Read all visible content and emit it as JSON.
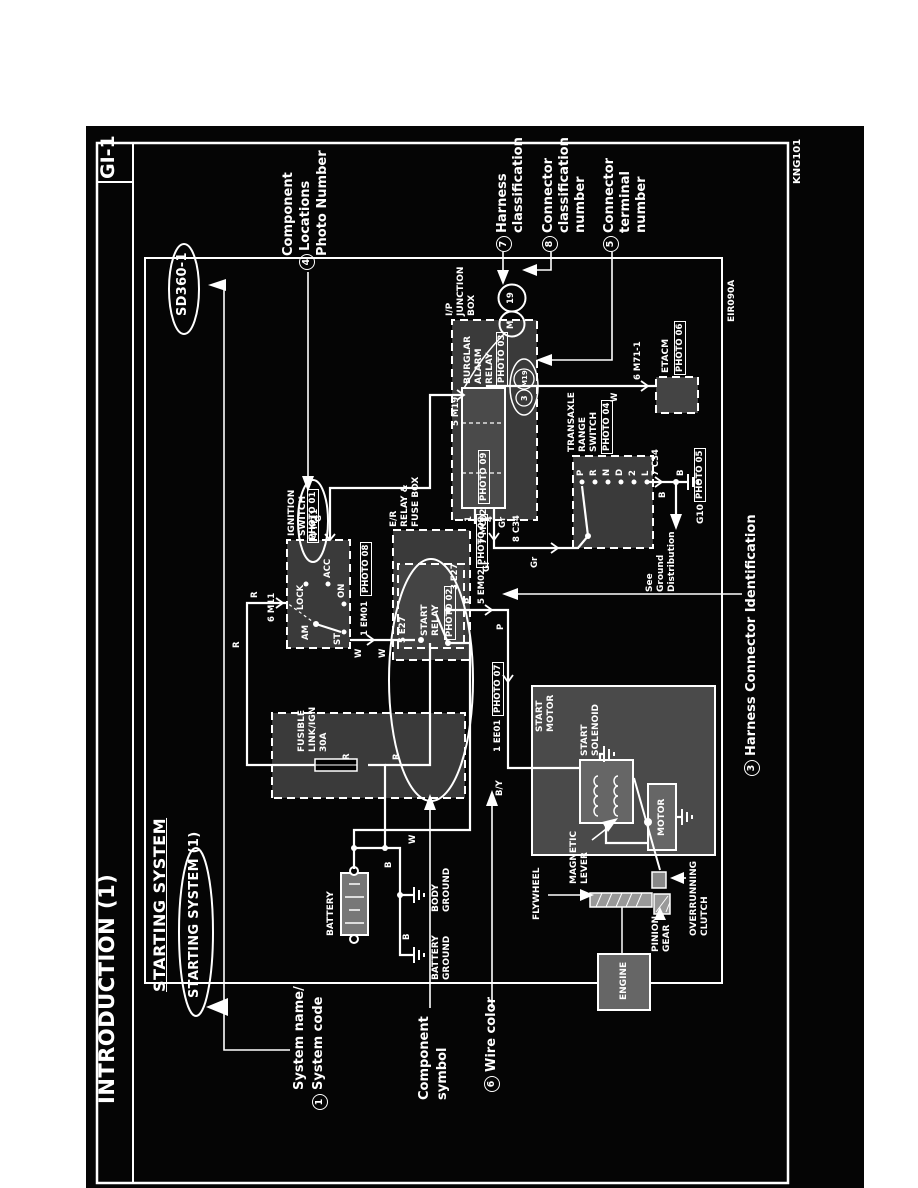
{
  "page": {
    "header_title": "INTRODUCTION (1)",
    "page_code": "GI-1",
    "corner_code": "KNG101",
    "diagram_code": "EIR090A"
  },
  "title": {
    "system_name": "STARTING SYSTEM",
    "system_name_circled": "STARTING SYSTEM (1)",
    "system_code": "SD360-1"
  },
  "callouts": {
    "c1": {
      "num": "1",
      "line1": "System name/",
      "line2": "System code"
    },
    "c3": {
      "num": "3",
      "text": "Harness Connector Identification"
    },
    "c4": {
      "num": "4",
      "line1": "Component",
      "line2": "Locations",
      "line3": "Photo Number"
    },
    "c5": {
      "num": "5",
      "line1": "Connector",
      "line2": "terminal",
      "line3": "number"
    },
    "c6": {
      "num": "6",
      "text": "Wire color"
    },
    "c7": {
      "num": "7",
      "line1": "Harness",
      "line2": "classification"
    },
    "c8": {
      "num": "8",
      "line1": "Connector",
      "line2": "classification",
      "line3": "number"
    },
    "component_symbol": {
      "line1": "Component",
      "line2": "symbol"
    }
  },
  "components": {
    "battery": "BATTERY",
    "body_ground": {
      "line1": "BODY",
      "line2": "GROUND"
    },
    "battery_ground": {
      "line1": "BATTERY",
      "line2": "GROUND"
    },
    "fusible_link": {
      "line1": "FUSIBLE",
      "line2": "LINK/IGN",
      "line3": "30A"
    },
    "er_box": {
      "line1": "E/R",
      "line2": "RELAY &",
      "line3": "FUSE BOX"
    },
    "start_relay": {
      "line1": "START",
      "line2": "RELAY",
      "photo": "PHOTO 02"
    },
    "ignition": {
      "line1": "IGNITION",
      "line2": "SWITCH",
      "photo": "PHOTO 01",
      "pos_lock": "LOCK",
      "pos_acc": "ACC",
      "pos_on": "ON",
      "pos_st": "ST",
      "terminal_am": "AM"
    },
    "ip_junction": {
      "line1": "I/P",
      "line2": "JUNCTION",
      "line3": "BOX"
    },
    "burglar": {
      "line1": "BURGLAR",
      "line2": "ALARM",
      "line3": "RELAY",
      "photo": "PHOTO 03"
    },
    "transaxle": {
      "line1": "TRANSAXLE",
      "line2": "RANGE",
      "line3": "SWITCH",
      "photo": "PHOTO 04",
      "positions": [
        "P",
        "R",
        "N",
        "D",
        "2",
        "L"
      ]
    },
    "etacm": {
      "name": "ETACM",
      "photo": "PHOTO 06",
      "pin": "6 M71-1"
    },
    "g10": {
      "name": "G10",
      "photo": "PHOTO 05"
    },
    "see_ground": {
      "line1": "See",
      "line2": "Ground",
      "line3": "Distribution"
    },
    "start_motor": {
      "line1": "START",
      "line2": "MOTOR"
    },
    "start_solenoid": {
      "line1": "START",
      "line2": "SOLENOID"
    },
    "motor": "MOTOR",
    "magnetic_lever": {
      "line1": "MAGNETIC",
      "line2": "LEVER"
    },
    "flywheel": "FLYWHEEL",
    "overrunning_clutch": {
      "line1": "OVERRUNNING",
      "line2": "CLUTCH"
    },
    "pinion_gear": {
      "line1": "PINION",
      "line2": "GEAR"
    },
    "engine": "ENGINE"
  },
  "connectors": {
    "em01": "1 EM01",
    "em01_photo": "PHOTO 08",
    "em02": "5 EM02",
    "em02_photo": "PHOTO 08",
    "ee01": "1 EE01",
    "ee01_photo": "PHOTO 07",
    "mc02": "7 MC02",
    "mc02_photo": "PHOTO 09",
    "m11_top": "6 M11",
    "m11_right": "4 M11",
    "e27_coil": "5 E27",
    "e27_out": "3 E27",
    "m19_pin": "5 M19",
    "m19_harness": "M",
    "m19_number": "19",
    "m19_terminal": "3",
    "m19_id": "M19",
    "c34_in": "8 C34",
    "c34_out": "7 C34",
    "relay_pin1": "1",
    "relay_pin4": "4"
  },
  "wires": {
    "b": "B",
    "w": "W",
    "r": "R",
    "g": "G",
    "p": "P",
    "by": "B/Y",
    "gr": "Gr"
  }
}
